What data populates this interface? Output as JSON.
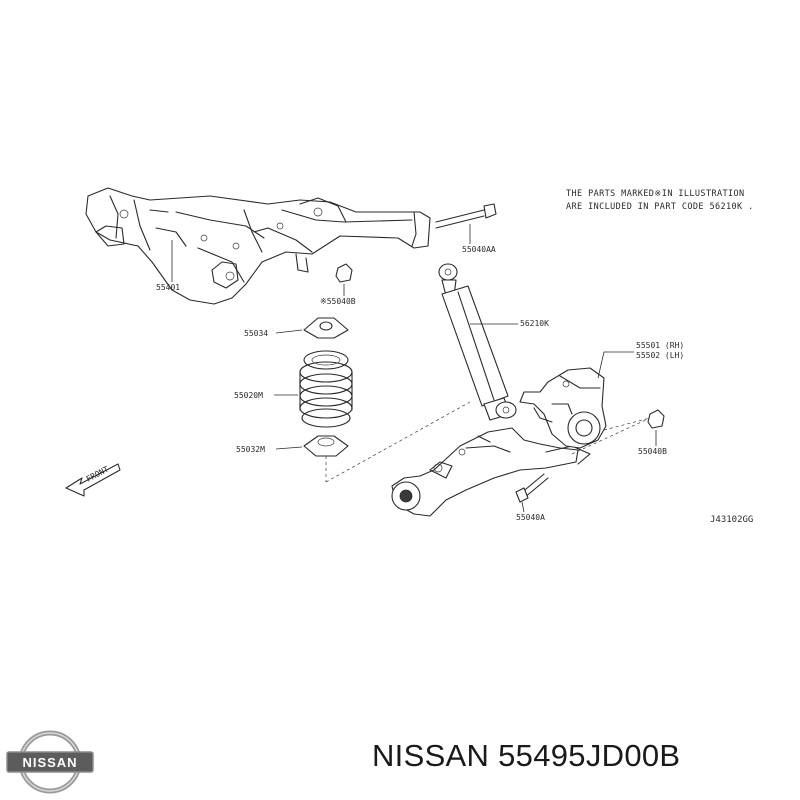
{
  "diagram": {
    "note_lines": [
      "THE PARTS MARKED※IN ILLUSTRATION",
      "ARE INCLUDED IN PART CODE 56210K ."
    ],
    "labels": {
      "p55401": "55401",
      "p55040AA": "55040AA",
      "p55040B_star": "※55040B",
      "p56210K": "56210K",
      "p55034": "55034",
      "p55020M": "55020M",
      "p55032M": "55032M",
      "p55501": "55501 (RH)",
      "p55502": "55502 (LH)",
      "p55040B": "55040B",
      "p55040A": "55040A",
      "front": "FRONT",
      "code": "J43102GG"
    }
  },
  "footer": {
    "brand": "NISSAN",
    "title": "NISSAN 55495JD00B"
  }
}
